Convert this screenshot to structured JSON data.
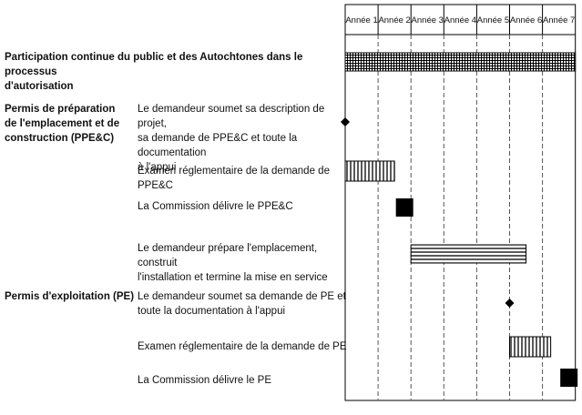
{
  "years": [
    "Année 1",
    "Année 2",
    "Année 3",
    "Année 4",
    "Année 5",
    "Année 6",
    "Année 7"
  ],
  "phases": {
    "participation": "Participation continue du public et des Autochtones dans le processus\nd'autorisation",
    "ppec": "Permis de préparation\nde l'emplacement  et de\nconstruction (PPE&C)",
    "pe": "Permis d'exploitation (PE)"
  },
  "tasks": [
    {
      "id": "t1",
      "label": "Le demandeur soumet sa description de projet,\nsa demande de PPE&C et toute la documentation\nà l'appui",
      "kind": "milestone",
      "start": 0.0,
      "end": 0.0,
      "marker": "diamond"
    },
    {
      "id": "t2",
      "label": "Examen réglementaire de la demande de PPE&C",
      "kind": "bar",
      "start": 0.0,
      "end": 1.5,
      "pattern": "vertical"
    },
    {
      "id": "t3",
      "label": "La Commission délivre le PPE&C",
      "kind": "milestone",
      "start": 1.5,
      "end": 2.0,
      "marker": "square"
    },
    {
      "id": "t4",
      "label": "Le demandeur prépare l'emplacement, construit\nl'installation et termine la mise en service",
      "kind": "bar",
      "start": 2.0,
      "end": 5.5,
      "pattern": "horizontal"
    },
    {
      "id": "t5",
      "label": "Le demandeur soumet sa demande de PE et\ntoute la documentation à l'appui",
      "kind": "milestone",
      "start": 5.0,
      "end": 5.0,
      "marker": "diamond"
    },
    {
      "id": "t6",
      "label": "Examen réglementaire de la demande de PE",
      "kind": "bar",
      "start": 5.0,
      "end": 6.25,
      "pattern": "vertical"
    },
    {
      "id": "t7",
      "label": "La Commission délivre le PE",
      "kind": "milestone",
      "start": 6.5,
      "end": 7.0,
      "marker": "square"
    }
  ],
  "participation_bar": {
    "start": 0.0,
    "end": 7.0,
    "pattern": "grid"
  }
}
